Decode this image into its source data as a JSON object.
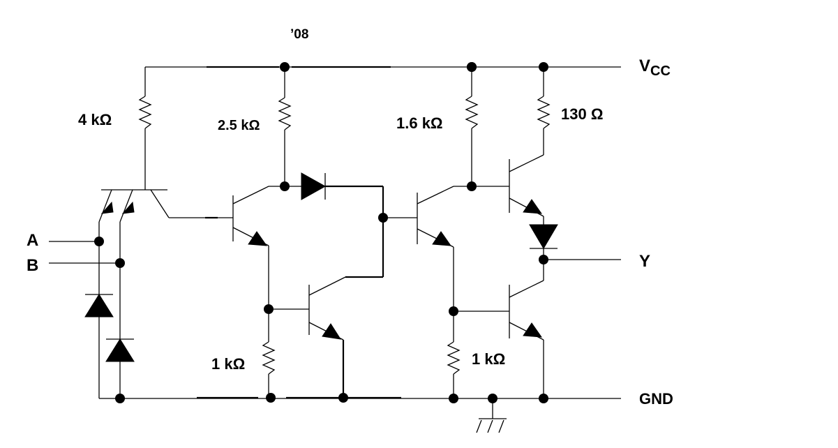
{
  "title": "’08",
  "labels": {
    "vcc_main": "V",
    "vcc_sub": "CC",
    "gnd": "GND",
    "input_a": "A",
    "input_b": "B",
    "output_y": "Y"
  },
  "components": {
    "r1": "4 kΩ",
    "r2": "2.5 kΩ",
    "r3": "1.6 kΩ",
    "r4": "130 Ω",
    "r5": "1 kΩ",
    "r6": "1 kΩ"
  }
}
